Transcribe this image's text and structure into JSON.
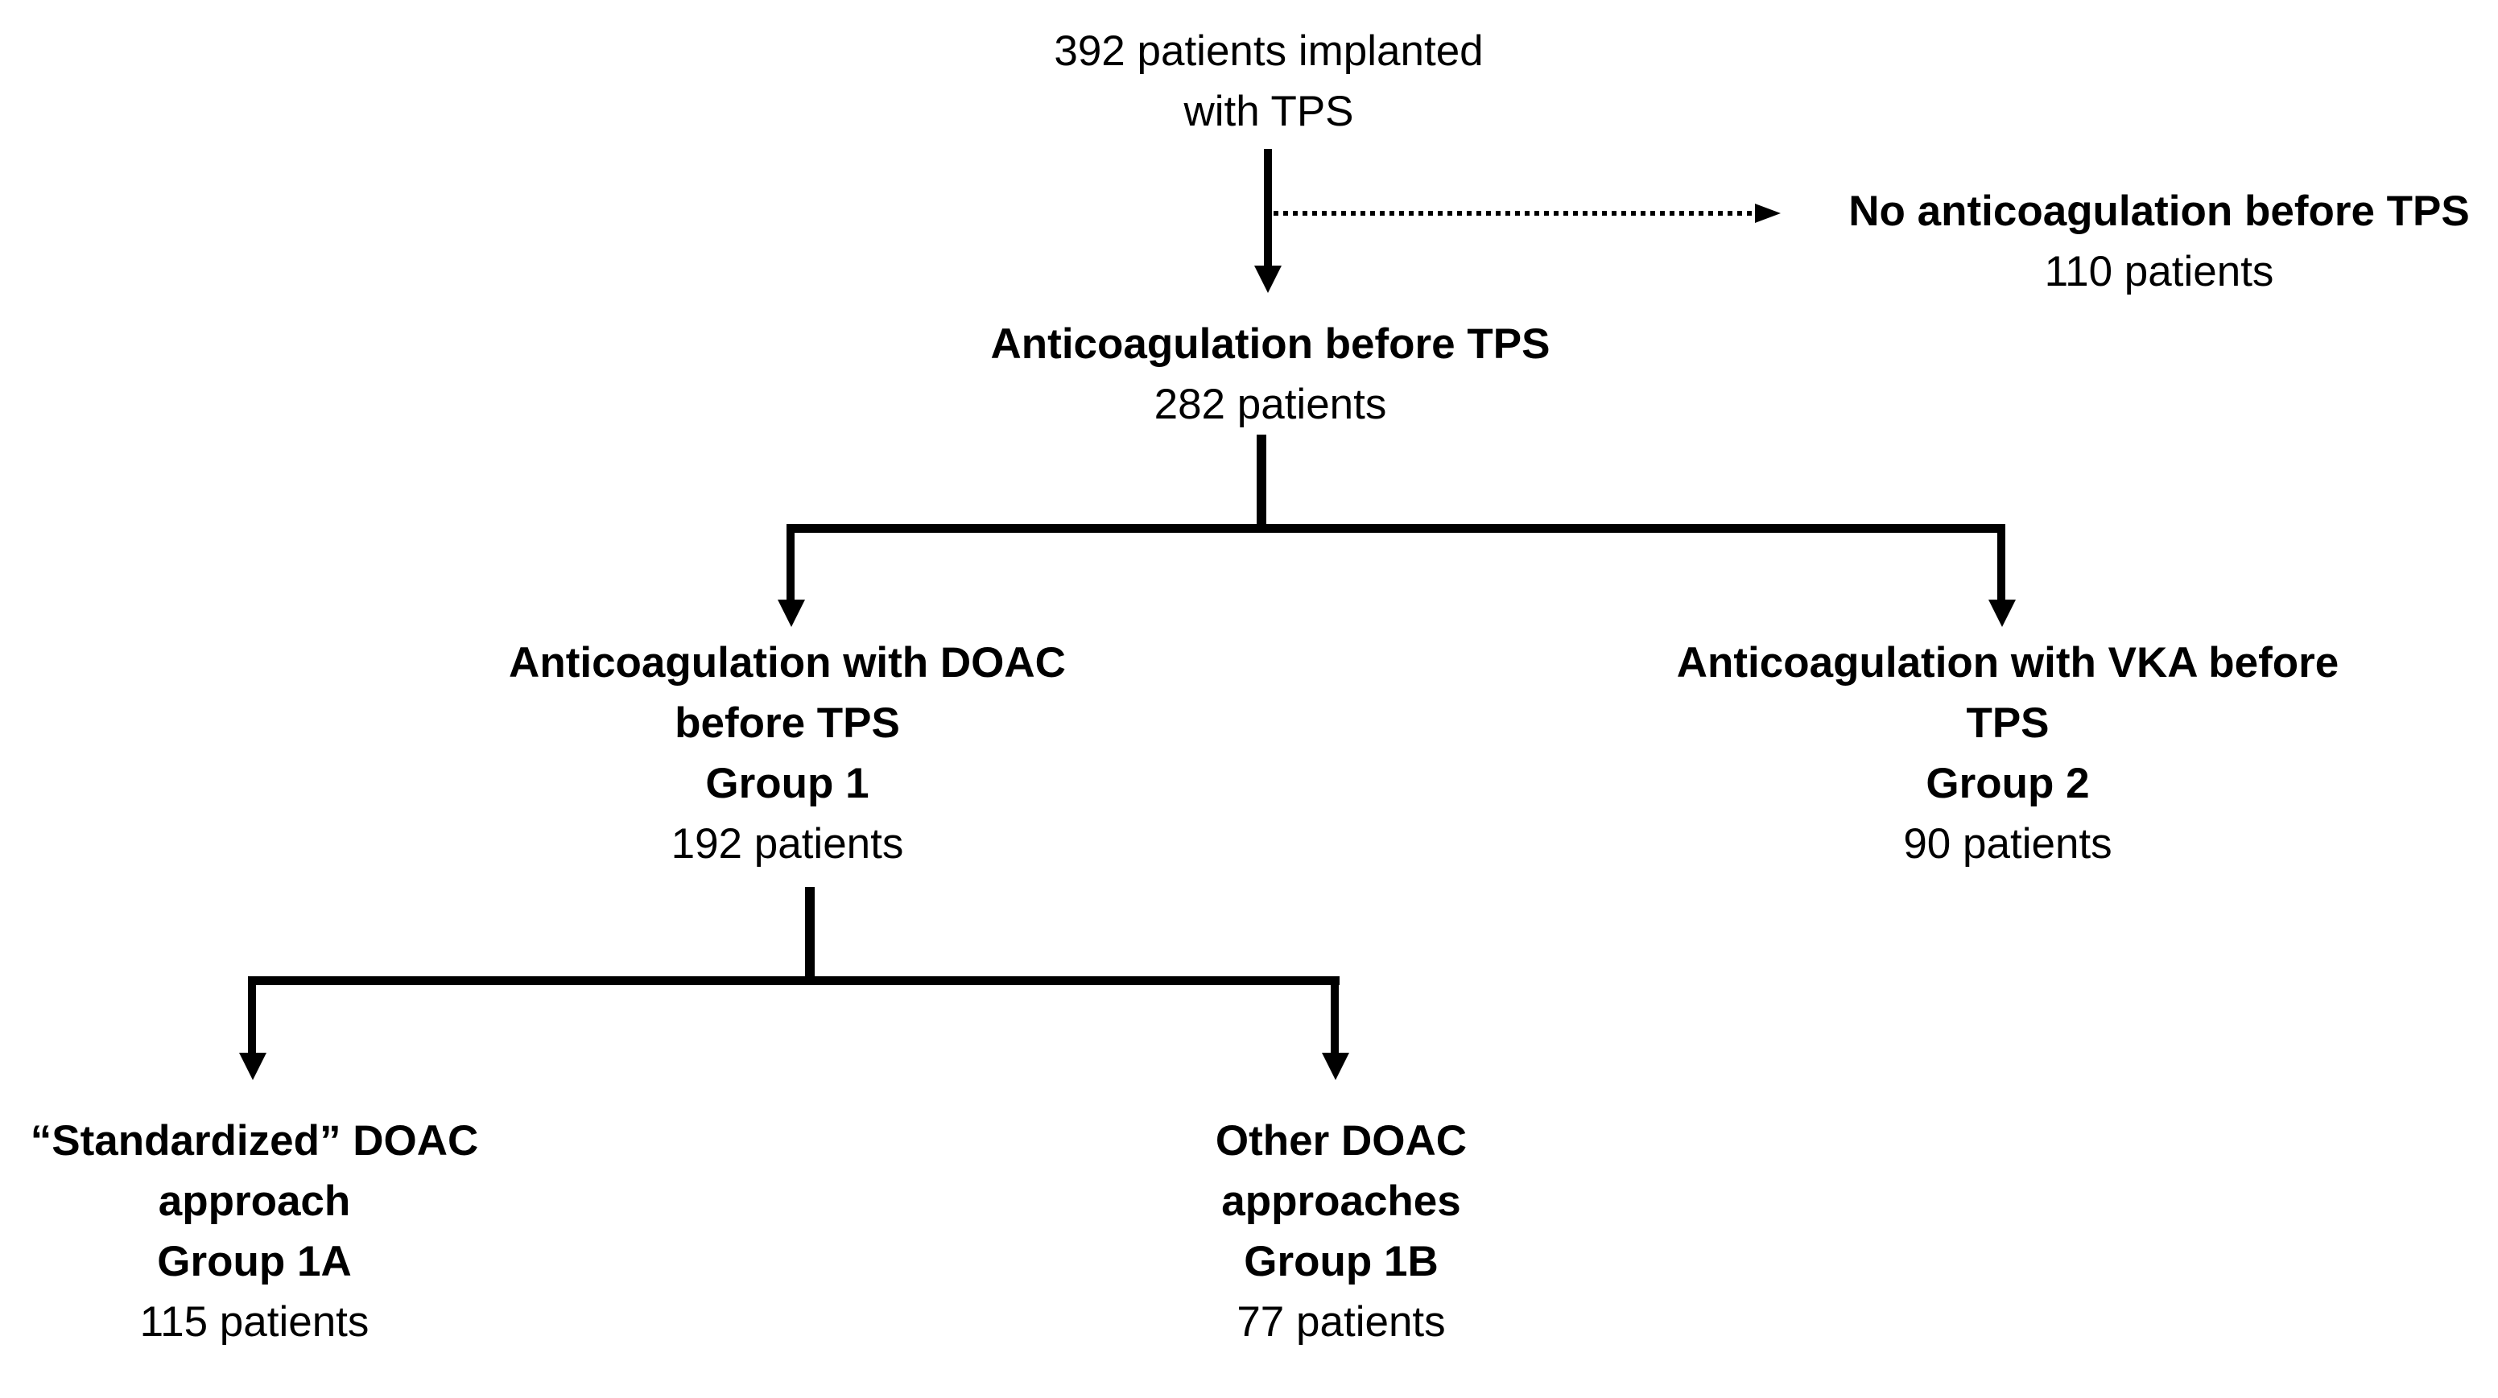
{
  "figure": {
    "type": "patient-flow-diagram",
    "colors": {
      "background": "#ffffff",
      "text": "#000000",
      "connector": "#000000"
    },
    "nodes": {
      "implanted": {
        "lines": [
          "392 patients implanted",
          "with TPS"
        ]
      },
      "no_anticoagulation": {
        "title_lines": [
          "No anticoagulation before TPS"
        ],
        "count": "110 patients"
      },
      "anticoagulation": {
        "title_lines": [
          "Anticoagulation before TPS"
        ],
        "count": "282 patients"
      },
      "group1": {
        "title_lines": [
          "Anticoagulation with DOAC",
          "before TPS",
          "Group 1"
        ],
        "count": "192 patients"
      },
      "group2": {
        "title_lines": [
          "Anticoagulation with VKA before",
          "TPS",
          "Group 2"
        ],
        "count": "90 patients"
      },
      "group1a": {
        "title_lines": [
          "“Standardized” DOAC",
          "approach",
          "Group 1A"
        ],
        "count": "115 patients"
      },
      "group1b": {
        "title_lines": [
          "Other DOAC",
          "approaches",
          "Group 1B"
        ],
        "count": "77 patients"
      }
    }
  }
}
